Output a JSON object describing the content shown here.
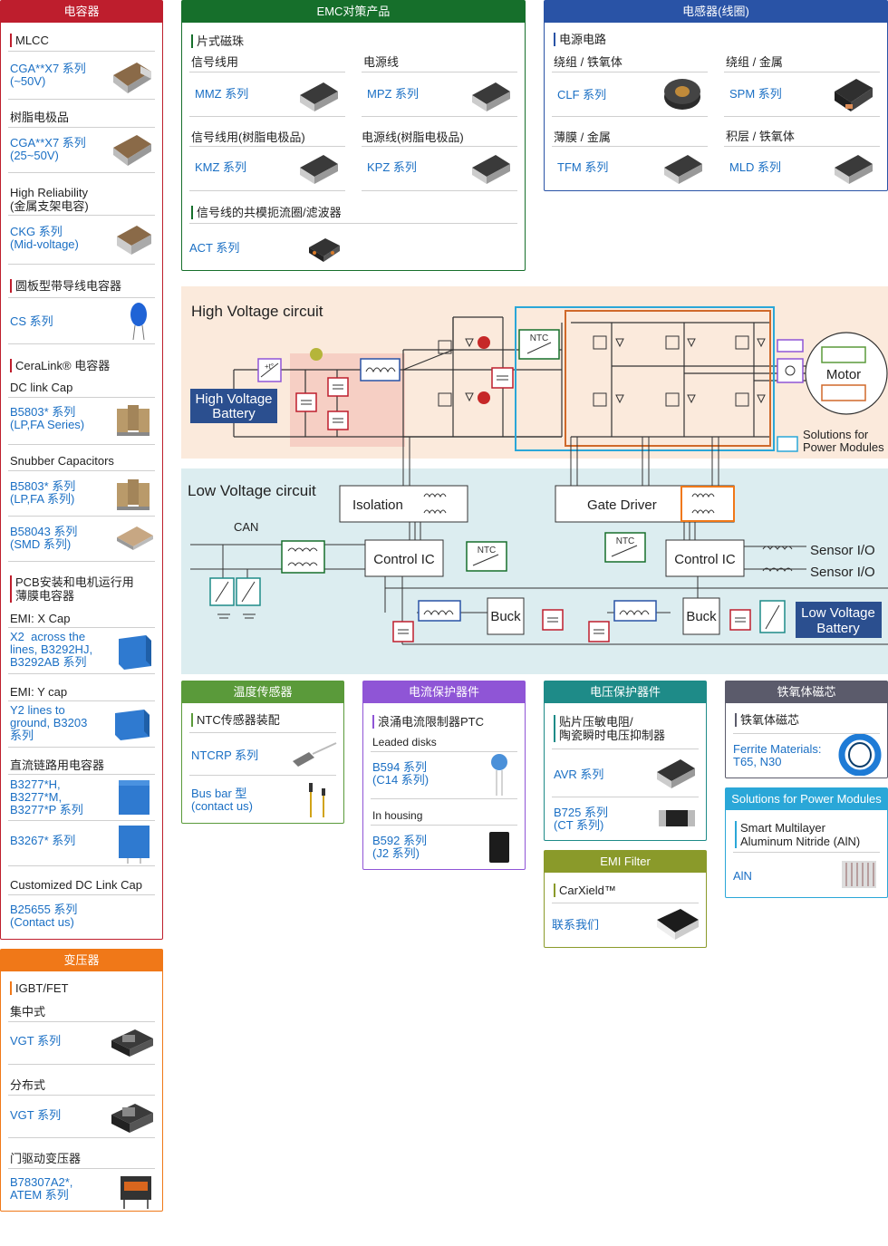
{
  "colors": {
    "capacitor": "#be1e2d",
    "emc": "#166f2b",
    "inductor": "#2953a6",
    "transformer": "#f07818",
    "temp": "#5a9a3a",
    "current": "#8f55d6",
    "voltage": "#1e8b88",
    "ferrite": "#5b5b6b",
    "emi": "#8a9a2a",
    "power": "#2aa7d8"
  },
  "capacitors": {
    "title": "电容器",
    "mlcc": "MLCC",
    "cga_1": "CGA**X7 系列\n(~50V)",
    "resin": "树脂电极品",
    "cga_2": "CGA**X7 系列\n(25~50V)",
    "highrel": "High Reliability\n(金属支架电容)",
    "ckg": "CKG 系列\n(Mid-voltage)",
    "disc": "圆板型带导线电容器",
    "cs": "CS 系列",
    "ceralink": "CeraLink® 电容器",
    "dclink": "DC link Cap",
    "b5803_1": "B5803* 系列\n(LP,FA Series)",
    "snubber": "Snubber Capacitors",
    "b5803_2": "B5803* 系列\n(LP,FA 系列)",
    "b58043": "B58043 系列\n(SMD 系列)",
    "pcb": "PCB安装和电机运行用\n薄膜电容器",
    "emix": "EMI: X Cap",
    "x2": "X2  across the\nlines, B3292HJ,\nB3292AB 系列",
    "emiy": "EMI: Y cap",
    "y2": "Y2 lines to\nground, B3203\n系列",
    "dc": "直流链路用电容器",
    "b3277": "B3277*H,\nB3277*M,\nB3277*P 系列",
    "b3267": "B3267* 系列",
    "custom": "Customized DC Link Cap",
    "b25655": "B25655 系列\n(Contact us)"
  },
  "transformers": {
    "title": "变压器",
    "igbt": "IGBT/FET",
    "central": "集中式",
    "vgt_1": "VGT 系列",
    "dist": "分布式",
    "vgt_2": "VGT 系列",
    "gate": "门驱动变压器",
    "b78307": "B78307A2*,\nATEM 系列"
  },
  "emc": {
    "title": "EMC对策产品",
    "chip": "片式磁珠",
    "signal": "信号线用",
    "power": "电源线",
    "mmz": "MMZ 系列",
    "mpz": "MPZ 系列",
    "signal_resin": "信号线用(树脂电极品)",
    "power_resin": "电源线(树脂电极品)",
    "kmz": "KMZ 系列",
    "kpz": "KPZ 系列",
    "common": "信号线的共模扼流圈/滤波器",
    "act": "ACT 系列"
  },
  "inductors": {
    "title": "电感器(线圈)",
    "pc": "电源电路",
    "wf": "绕组 / 铁氧体",
    "wm": "绕组 / 金属",
    "clf": "CLF 系列",
    "spm": "SPM 系列",
    "tm": "薄膜 / 金属",
    "lf": "积层 / 铁氧体",
    "tfm": "TFM 系列",
    "mld": "MLD 系列"
  },
  "circuit": {
    "hv_title": "High Voltage circuit",
    "hv_battery": "High Voltage\nBattery",
    "lv_title": "Low Voltage circuit",
    "lv_battery": "Low Voltage\nBattery",
    "ntc": "NTC",
    "motor": "Motor",
    "power_modules": "Solutions for\nPower Modules",
    "isolation": "Isolation",
    "gate_driver": "Gate Driver",
    "control_ic": "Control IC",
    "can": "CAN",
    "sensor1": "Sensor I/O",
    "sensor2": "Sensor I/O",
    "buck": "Buck",
    "ntc_label_1": "NTC",
    "ntc_label_2": "NTC"
  },
  "temp": {
    "title": "温度传感器",
    "sub": "NTC传感器装配",
    "ntcrp": "NTCRP 系列",
    "busbar": "Bus bar 型\n(contact us)"
  },
  "current": {
    "title": "电流保护器件",
    "sub": "浪涌电流限制器PTC",
    "leaded": "Leaded disks",
    "b594": "B594 系列\n(C14 系列)",
    "housing": "In housing",
    "b592": "B592 系列\n(J2 系列)"
  },
  "voltage": {
    "title": "电压保护器件",
    "sub": "贴片压敏电阻/\n陶瓷瞬时电压抑制器",
    "avr": "AVR 系列",
    "b725": "B725 系列\n(CT 系列)"
  },
  "ferrite": {
    "title": "铁氧体磁芯",
    "sub": "铁氧体磁芯",
    "mat": "Ferrite Materials:\nT65, N30"
  },
  "emi": {
    "title": "EMI Filter",
    "sub": "CarXield™",
    "contact": "联系我们"
  },
  "power": {
    "title": "Solutions for Power Modules",
    "sub": "Smart Multilayer\nAluminum Nitride (AlN)",
    "aln": "AlN"
  }
}
